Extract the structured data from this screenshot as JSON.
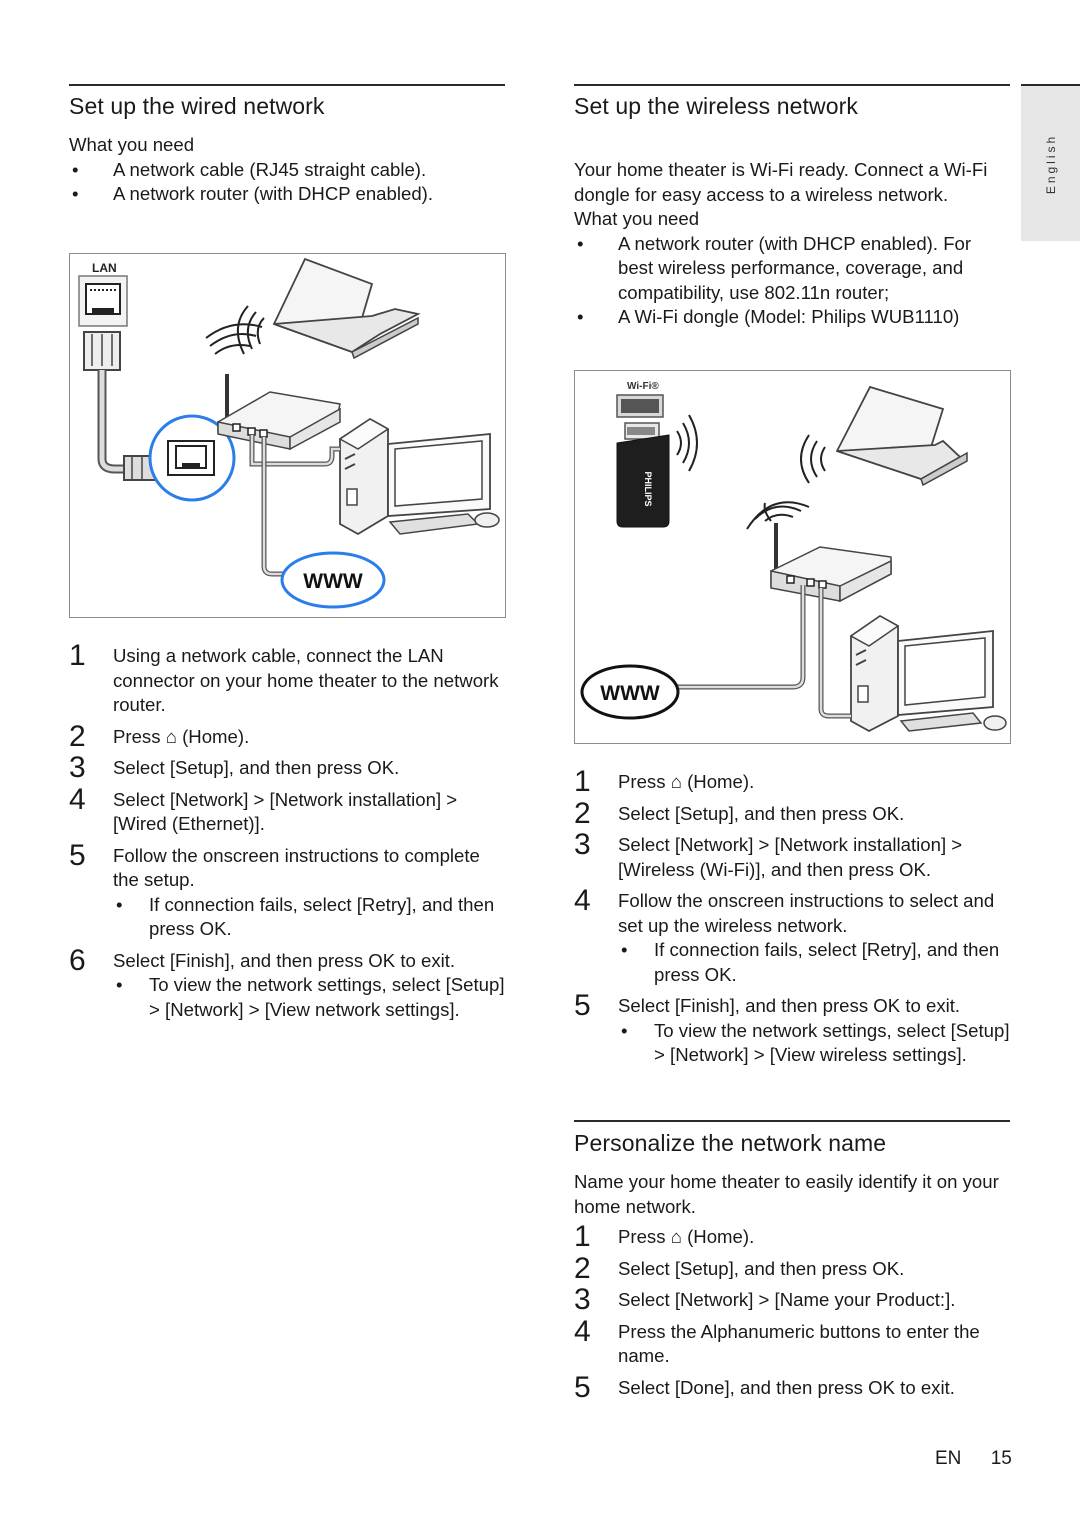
{
  "sidebar": {
    "language_label": "English"
  },
  "wired": {
    "title": "Set up the wired network",
    "need_heading": "What you need",
    "needs": [
      "A network cable (RJ45 straight cable).",
      "A network router (with DHCP enabled)."
    ],
    "figure": {
      "lan_label": "LAN",
      "www_label": "WWW"
    },
    "steps": [
      {
        "num": "1",
        "text": "Using a network cable, connect the LAN connector on your home theater to the network router."
      },
      {
        "num": "2",
        "text": "Press ⌂ (Home)."
      },
      {
        "num": "3",
        "text": "Select [Setup], and then press OK."
      },
      {
        "num": "4",
        "text": "Select [Network] > [Network installation] > [Wired (Ethernet)]."
      },
      {
        "num": "5",
        "text": "Follow the onscreen instructions to complete the setup.",
        "sub": "If connection fails, select [Retry], and then press OK."
      },
      {
        "num": "6",
        "text": "Select [Finish], and then press OK to exit.",
        "sub": "To view the network settings, select [Setup] > [Network] > [View network settings]."
      }
    ]
  },
  "wireless": {
    "title": "Set up the wireless network",
    "intro": "Your home theater is Wi-Fi ready. Connect a Wi-Fi dongle for easy access to a wireless network.",
    "need_heading": "What you need",
    "needs": [
      "A network router (with DHCP enabled). For best wireless performance, coverage, and compatibility, use 802.11n router;",
      "A Wi-Fi dongle (Model: Philips WUB1110)"
    ],
    "figure": {
      "wifi_label": "Wi-Fi®",
      "brand_label": "PHILIPS",
      "www_label": "WWW"
    },
    "steps": [
      {
        "num": "1",
        "text": "Press ⌂ (Home)."
      },
      {
        "num": "2",
        "text": "Select [Setup], and then press OK."
      },
      {
        "num": "3",
        "text": "Select [Network] > [Network installation] > [Wireless (Wi-Fi)], and then press OK."
      },
      {
        "num": "4",
        "text": "Follow the onscreen instructions to select and set up the wireless network.",
        "sub": "If connection fails, select [Retry], and then press OK."
      },
      {
        "num": "5",
        "text": "Select [Finish], and then press OK to exit.",
        "sub": "To view the network settings, select [Setup] > [Network] > [View wireless settings]."
      }
    ]
  },
  "personalize": {
    "title": "Personalize the network name",
    "intro": "Name your home theater to easily identify it on your home network.",
    "steps": [
      {
        "num": "1",
        "text": "Press ⌂ (Home)."
      },
      {
        "num": "2",
        "text": "Select [Setup], and then press OK."
      },
      {
        "num": "3",
        "text": "Select [Network] > [Name your Product:]."
      },
      {
        "num": "4",
        "text": "Press the Alphanumeric buttons to enter the name."
      },
      {
        "num": "5",
        "text": "Select [Done], and then press OK to exit."
      }
    ]
  },
  "footer": {
    "lang": "EN",
    "page": "15"
  }
}
